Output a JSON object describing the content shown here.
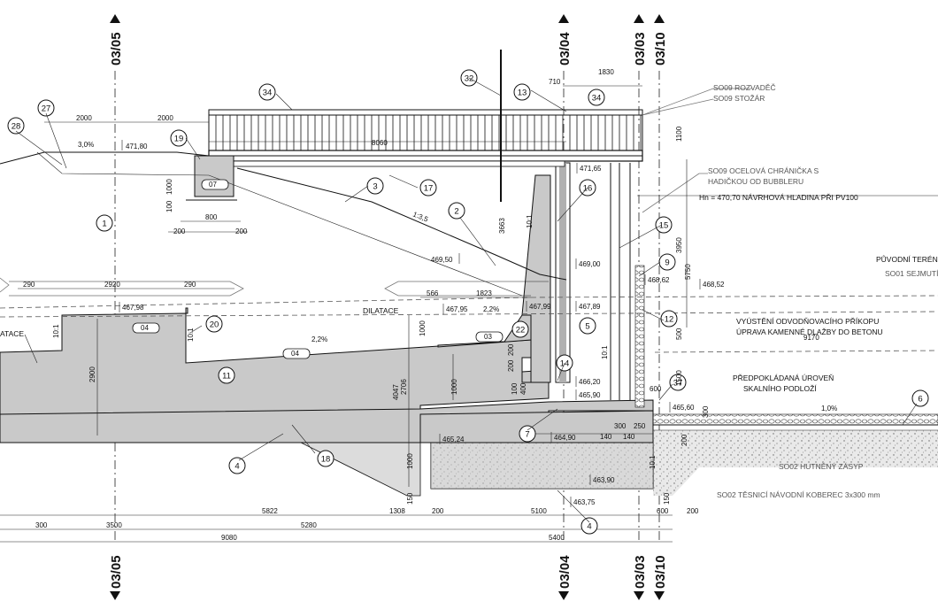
{
  "axes": {
    "a0305": "03/05",
    "a0304": "03/04",
    "a0303": "03/03",
    "a0310": "03/10"
  },
  "callouts": [
    "1",
    "2",
    "3",
    "4",
    "4",
    "5",
    "6",
    "7",
    "9",
    "11",
    "12",
    "13",
    "14",
    "15",
    "16",
    "17",
    "18",
    "19",
    "20",
    "22",
    "27",
    "28",
    "32",
    "34",
    "34",
    "37"
  ],
  "tags": [
    "07",
    "04",
    "04",
    "03"
  ],
  "levels": {
    "l471_80": "471,80",
    "l471_65": "471,65",
    "l469_50": "469,50",
    "l469_00": "469,00",
    "l468_62": "468,62",
    "l468_52": "468,52",
    "l467_98": "467,98",
    "l467_95": "467,95",
    "l467_99": "467,99",
    "l467_89": "467,89",
    "l466_20": "466,20",
    "l465_90": "465,90",
    "l465_60": "465,60",
    "l465_24": "465,24",
    "l464_90": "464,90",
    "l463_90": "463,90",
    "l463_75": "463,75"
  },
  "slopes": {
    "s3_0": "3,0%",
    "s2_2a": "2,2%",
    "s2_2b": "2,2%",
    "s1_0": "1,0%",
    "s1_3_5": "1:3,5",
    "s10_1a": "10:1",
    "s10_1b": "10:1",
    "s10_1c": "10:1",
    "s10_1d": "10:1",
    "s10_1e": "10:1"
  },
  "notes": {
    "rozvadec": "SO09 ROZVADĚČ",
    "stozar": "SO09 STOŽÁR",
    "chranicka1": "SO09 OCELOVÁ CHRÁNIČKA S",
    "chranicka2": "HADIČKOU OD BUBBLERU",
    "hladina": "Hn = 470,70 NÁVRHOVÁ HLADINA PŘI PV100",
    "puvodni": "PŮVODNÍ TERÉN",
    "sejmuti": "SO01 SEJMUTÍ",
    "vyusteni1": "VYÚSTĚNÍ ODVODŇOVACÍHO PŘÍKOPU",
    "vyusteni2": "ÚPRAVA KAMENNÉ DLAŽBY DO BETONU",
    "predpokl1": "PŘEDPOKLÁDANÁ ÚROVEŇ",
    "predpokl2": "SKALNÍHO PODLOŽÍ",
    "zasyp": "SO02 HUTNĚNÝ ZÁSYP",
    "koberec": "SO02 TĚSNICÍ NÁVODNÍ KOBEREC 3x300 mm",
    "dilatace": "DILATACE",
    "dilatace_left": "ATACE"
  },
  "dims": {
    "d2000a": "2000",
    "d2000b": "2000",
    "d8060": "8060",
    "d710": "710",
    "d1830": "1830",
    "d1100": "1100",
    "d1000a": "1000",
    "d100": "100",
    "d800": "800",
    "d200a": "200",
    "d200b": "200",
    "d3663": "3663",
    "d3950": "3950",
    "d5750": "5750",
    "d290a": "290",
    "d2920": "2920",
    "d290b": "290",
    "d566": "566",
    "d1823": "1823",
    "d9170": "9170",
    "d500": "500",
    "d2900": "2900",
    "d4047": "4047",
    "d2706": "2706",
    "d1000b": "1000",
    "d1000c": "1000",
    "d1000d": "1000",
    "d200c": "200",
    "d200d": "200",
    "d100b": "100",
    "d400": "400",
    "d1500": "1500",
    "d600a": "600",
    "d300a": "300",
    "d200e": "200",
    "d140a": "140",
    "d140b": "140",
    "d300b": "300",
    "d250": "250",
    "d1000e": "1000",
    "d150a": "150",
    "d150b": "150",
    "d5822": "5822",
    "d1308": "1308",
    "d200f": "200",
    "d5100": "5100",
    "d600b": "600",
    "d200g": "200",
    "d300c": "300",
    "d3500": "3500",
    "d5280": "5280",
    "d9080": "9080",
    "d5400": "5400"
  }
}
